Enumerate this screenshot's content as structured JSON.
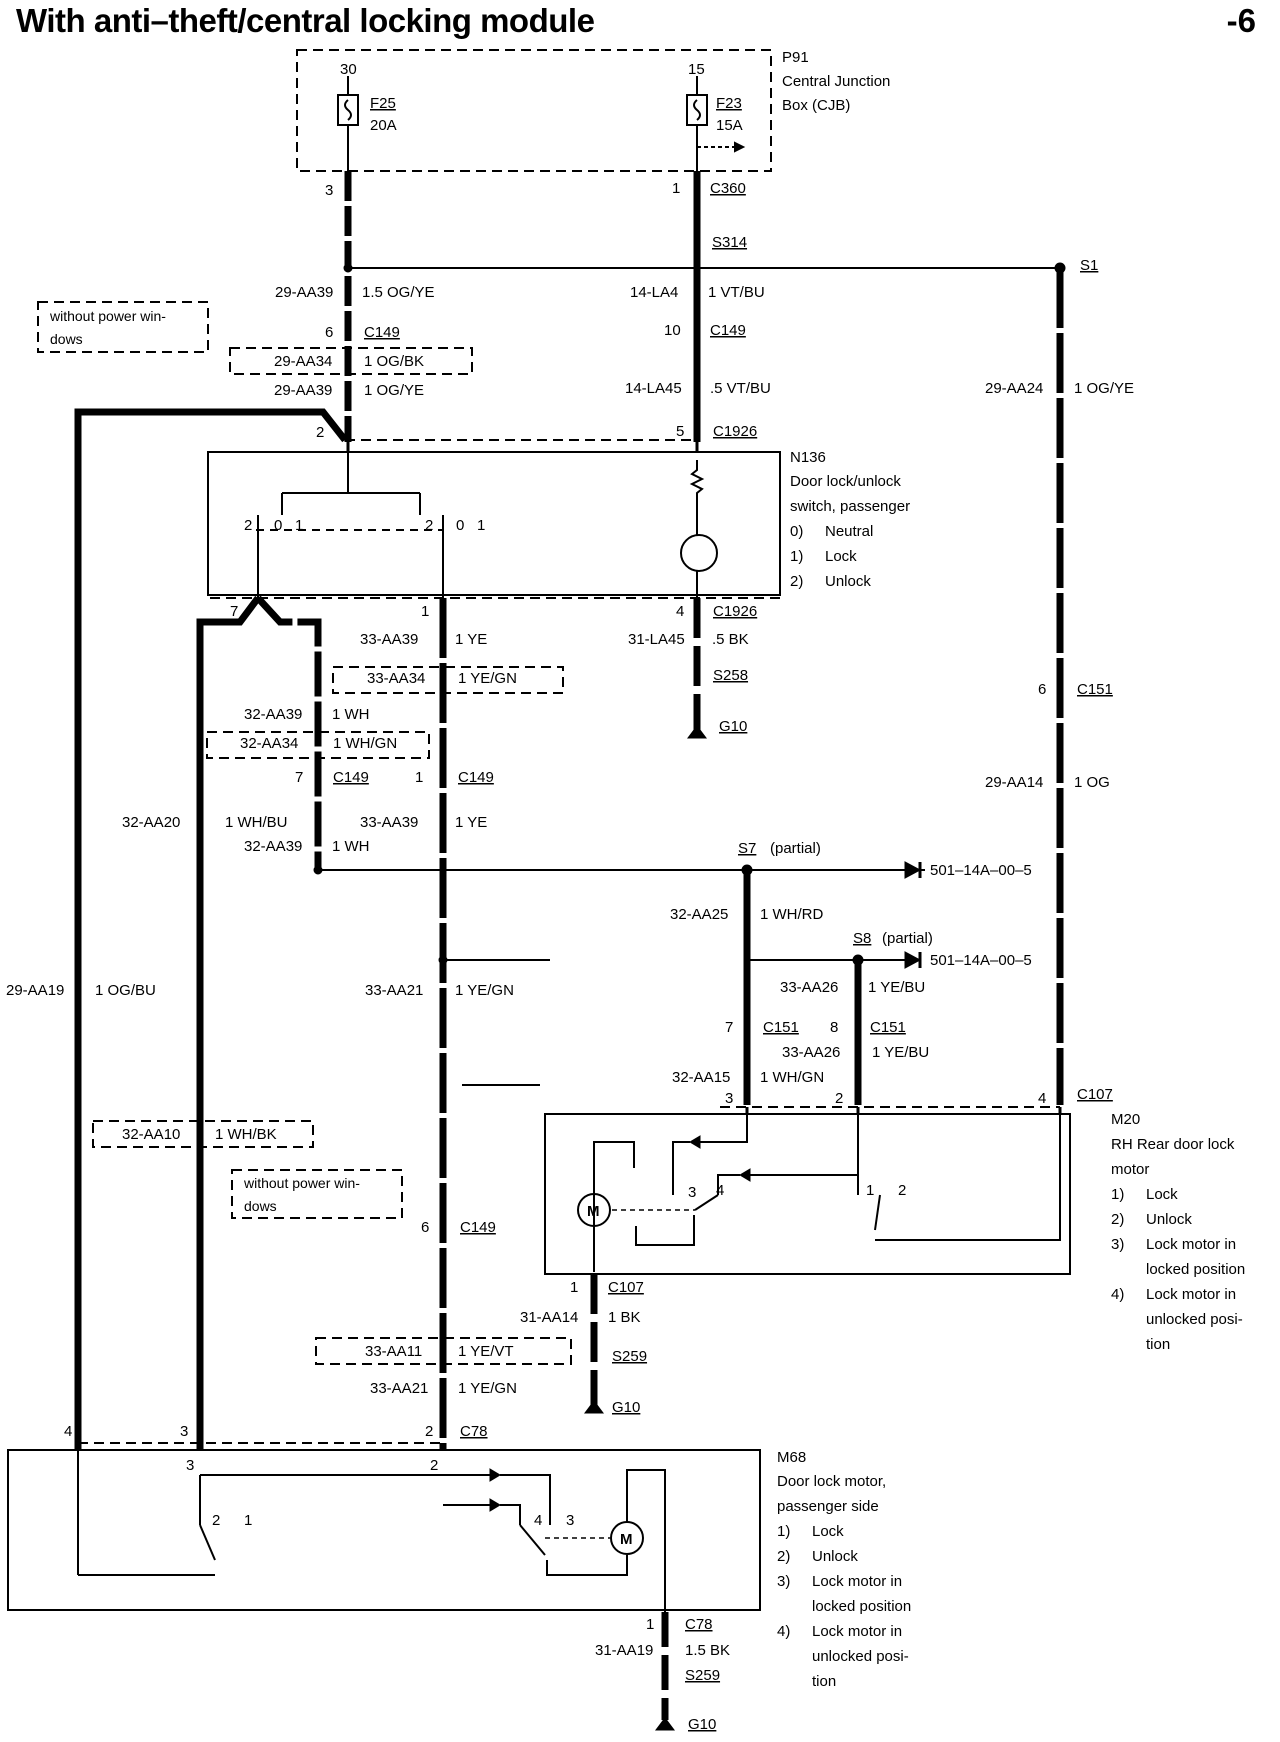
{
  "header": {
    "title": "With anti–theft/central locking module",
    "page": "-6"
  },
  "cjb": {
    "ref": "P91",
    "name": "Central Junction Box (CJB)",
    "name_l1": "Central Junction",
    "name_l2": "Box (CJB)",
    "pin30": "30",
    "pin15": "15",
    "fuse_left": {
      "id": "F25",
      "rating": "20A"
    },
    "fuse_right": {
      "id": "F23",
      "rating": "15A"
    }
  },
  "connectors": {
    "c360": "C360",
    "c149": "C149",
    "c1926": "C1926",
    "c151": "C151",
    "c107": "C107",
    "c78": "C78"
  },
  "splices": {
    "s314": "S314",
    "s1": "S1",
    "s258": "S258",
    "s259": "S259",
    "s7": "S7",
    "s8": "S8",
    "partial": "(partial)",
    "ref501": "501–14A–00–5",
    "g10": "G10"
  },
  "pins": {
    "p1": "1",
    "p2": "2",
    "p3": "3",
    "p4": "4",
    "p5": "5",
    "p6": "6",
    "p7": "7",
    "p8": "8",
    "p10": "10",
    "p0": "0"
  },
  "wires": {
    "w29AA39": "29-AA39",
    "w29AA39c": "1.5 OG/YE",
    "w14LA4": "14-LA4",
    "w14LA4c": "1 VT/BU",
    "w29AA34": "29-AA34",
    "w29AA34c": "1 OG/BK",
    "w29AA39b": "29-AA39",
    "w29AA39bc": "1 OG/YE",
    "w14LA45": "14-LA45",
    "w14LA45c": ".5 VT/BU",
    "w29AA24": "29-AA24",
    "w29AA24c": "1 OG/YE",
    "w33AA39": "33-AA39",
    "w33AA39c": "1 YE",
    "w31LA45": "31-LA45",
    "w31LA45c": ".5 BK",
    "w33AA34": "33-AA34",
    "w33AA34c": "1 YE/GN",
    "w32AA39": "32-AA39",
    "w32AA39c": "1 WH",
    "w32AA34": "32-AA34",
    "w32AA34c": "1 WH/GN",
    "w29AA14": "29-AA14",
    "w29AA14c": "1 OG",
    "w32AA20": "32-AA20",
    "w32AA20c": "1 WH/BU",
    "w33AA39b": "33-AA39",
    "w33AA39bc": "1 YE",
    "w32AA39b": "32-AA39",
    "w32AA39bc": "1 WH",
    "w32AA25": "32-AA25",
    "w32AA25c": "1 WH/RD",
    "w29AA19": "29-AA19",
    "w29AA19c": "1 OG/BU",
    "w33AA21": "33-AA21",
    "w33AA21c": "1 YE/GN",
    "w33AA26": "33-AA26",
    "w33AA26c": "1 YE/BU",
    "w33AA26b": "33-AA26",
    "w33AA26bc": "1 YE/BU",
    "w32AA15": "32-AA15",
    "w32AA15c": "1 WH/GN",
    "w32AA10": "32-AA10",
    "w32AA10c": "1 WH/BK",
    "w31AA14": "31-AA14",
    "w31AA14c": "1 BK",
    "w33AA11": "33-AA11",
    "w33AA11c": "1 YE/VT",
    "w33AA21b": "33-AA21",
    "w33AA21bc": "1 YE/GN",
    "w31AA19": "31-AA19",
    "w31AA19c": "1.5 BK"
  },
  "notes": {
    "npw1a": "without power win-",
    "npw1b": "dows",
    "npw2a": "without power win-",
    "npw2b": "dows"
  },
  "n136": {
    "ref": "N136",
    "l1": "Door lock/unlock",
    "l2": "switch, passenger",
    "legend": [
      {
        "num": "0)",
        "text": "Neutral"
      },
      {
        "num": "1)",
        "text": "Lock"
      },
      {
        "num": "2)",
        "text": "Unlock"
      }
    ]
  },
  "m20": {
    "ref": "M20",
    "l1": "RH Rear door lock",
    "l2": "motor",
    "legend": [
      {
        "num": "1)",
        "text": "Lock"
      },
      {
        "num": "2)",
        "text": "Unlock"
      },
      {
        "num": "3)",
        "text": "Lock motor in",
        "text2": "locked position"
      },
      {
        "num": "4)",
        "text": "Lock motor in",
        "text2": "unlocked posi-",
        "text3": "tion"
      }
    ]
  },
  "m68": {
    "ref": "M68",
    "l1": "Door lock motor,",
    "l2": "passenger side",
    "legend": [
      {
        "num": "1)",
        "text": "Lock"
      },
      {
        "num": "2)",
        "text": "Unlock"
      },
      {
        "num": "3)",
        "text": "Lock motor in",
        "text2": "locked position"
      },
      {
        "num": "4)",
        "text": "Lock motor in",
        "text2": "unlocked posi-",
        "text3": "tion"
      }
    ]
  },
  "motor_symbol": "M"
}
